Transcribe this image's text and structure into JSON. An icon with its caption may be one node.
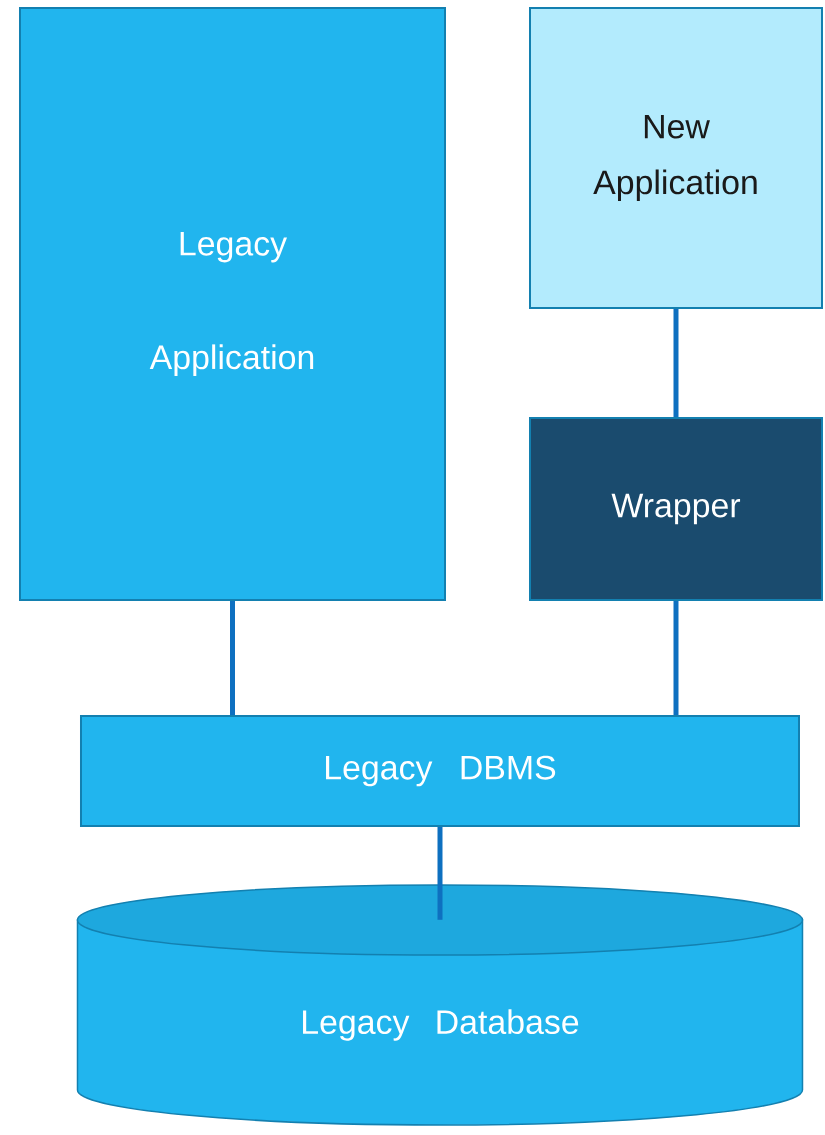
{
  "diagram": {
    "nodes": [
      {
        "text": [
          "Legacy Application"
        ]
      },
      {
        "text": [
          "New Application"
        ]
      },
      {
        "text": [
          "Wrapper"
        ]
      },
      {
        "text": [
          "Legacy DBMS"
        ]
      },
      {
        "text": [
          "Legacy Database"
        ]
      }
    ],
    "edges": [
      {
        "from": 0,
        "to": 3,
        "arrow": "none"
      },
      {
        "from": 1,
        "to": 2,
        "arrow": "none"
      },
      {
        "from": 2,
        "to": 3,
        "arrow": "none"
      },
      {
        "from": 3,
        "to": 4,
        "arrow": "none"
      }
    ]
  }
}
